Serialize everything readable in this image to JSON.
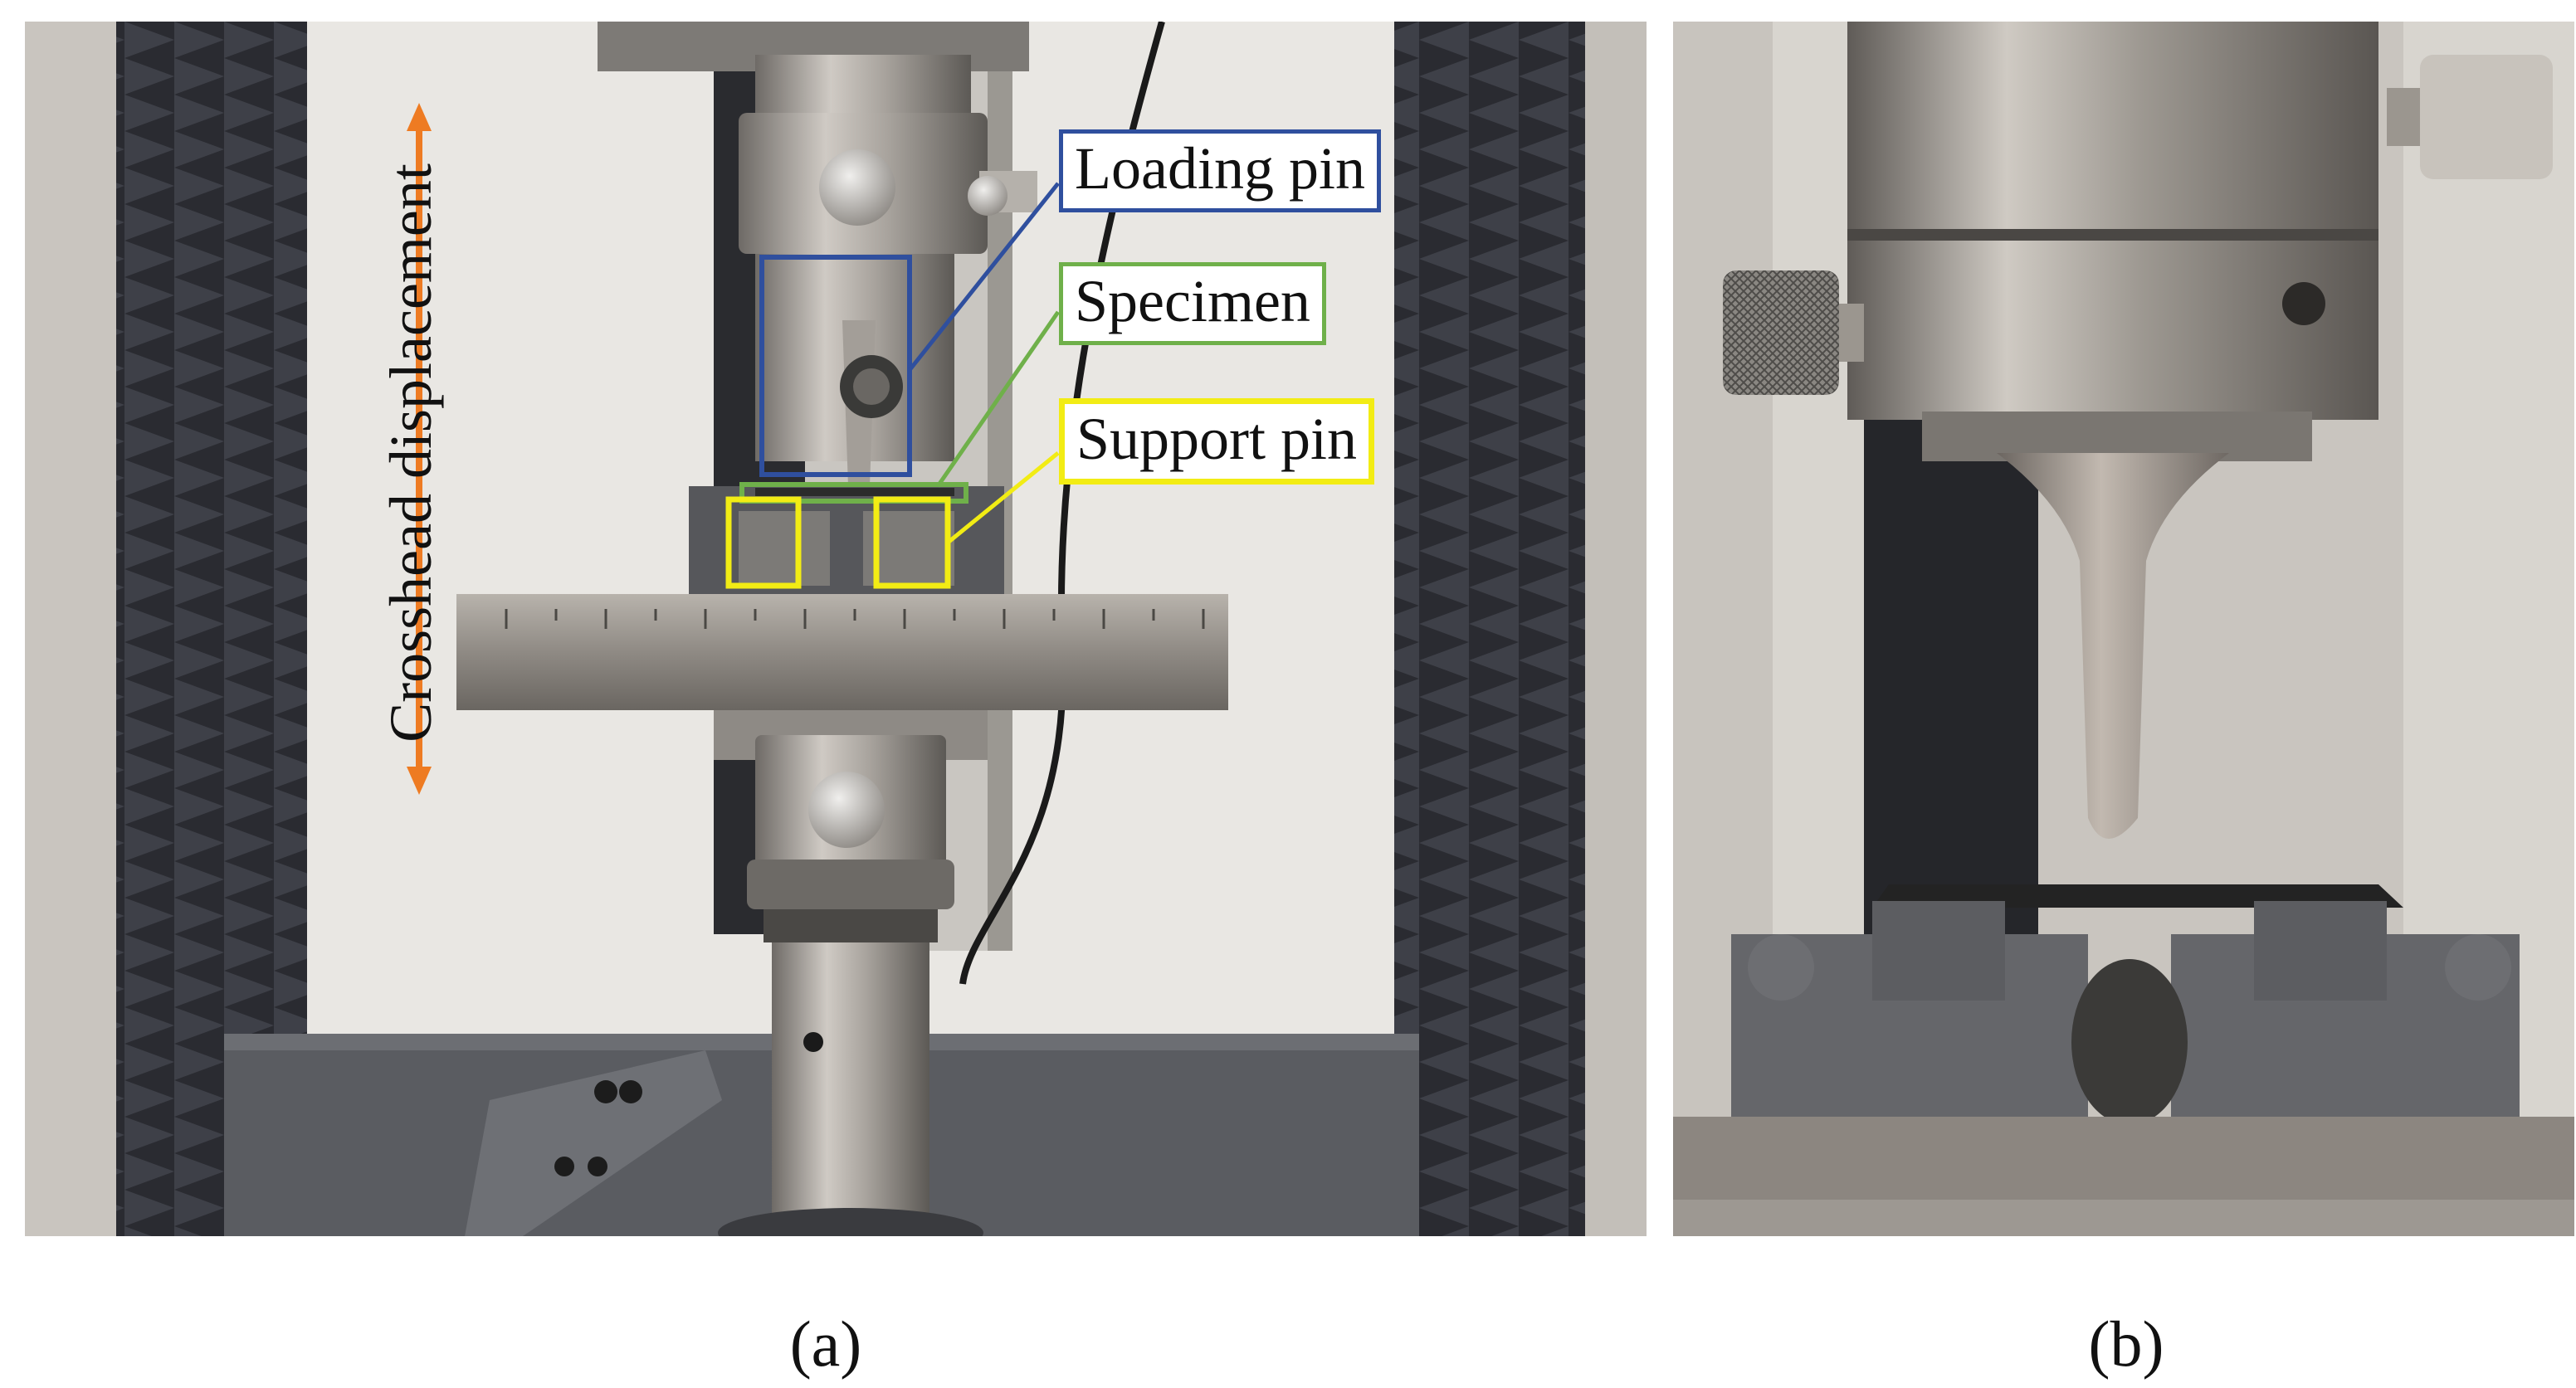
{
  "annotations": {
    "loading_pin": "Loading pin",
    "specimen": "Specimen",
    "support_pin": "Support pin",
    "crosshead": "Crosshead displacement"
  },
  "captions": {
    "a": "(a)",
    "b": "(b)"
  },
  "colors": {
    "loading_pin_box": "#2f4f9e",
    "specimen_box": "#6fb04a",
    "support_pin_box": "#f2ec14",
    "displacement_arrow": "#ee7b22"
  }
}
